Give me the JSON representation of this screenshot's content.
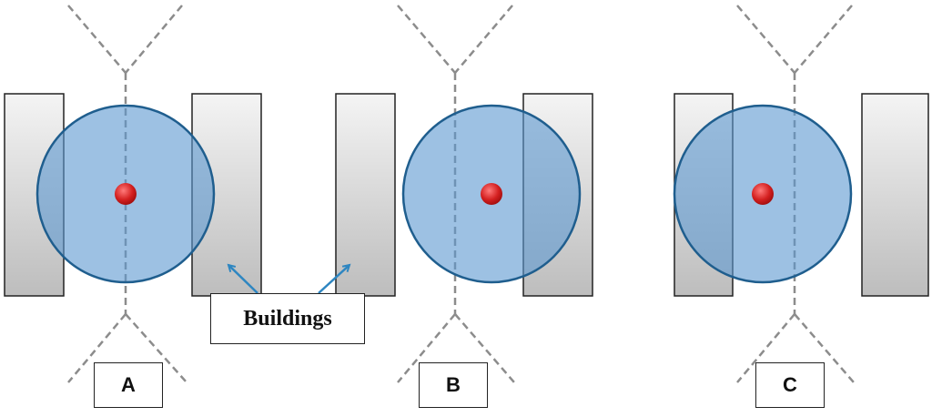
{
  "callout": {
    "text": "Buildings"
  },
  "panels": [
    {
      "label": "A"
    },
    {
      "label": "B"
    },
    {
      "label": "C"
    }
  ],
  "colors": {
    "coverage_fill": "#7FAEDC",
    "coverage_stroke": "#1F5E8E",
    "node": "#D42020",
    "building_light": "#F2F2F2",
    "building_dark": "#BDBDBD",
    "road_dash": "#8C8C8C",
    "arrow": "#2E86C1"
  }
}
